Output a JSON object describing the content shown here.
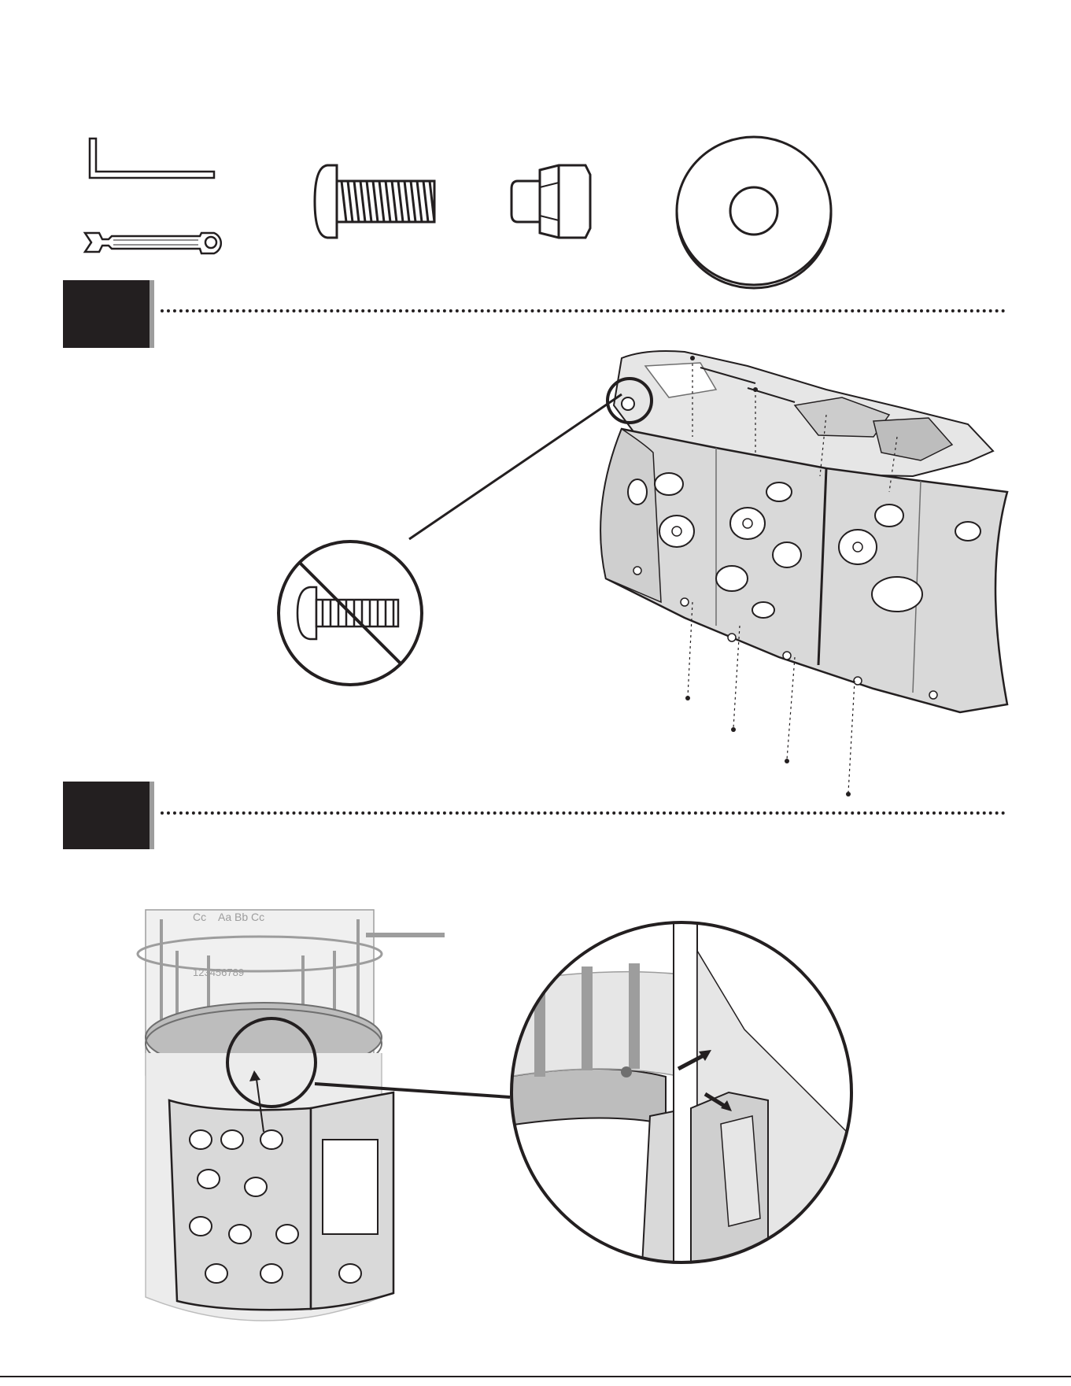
{
  "manual": {
    "hardware": [
      {
        "name": "allen-wrench-icon"
      },
      {
        "name": "open-end-wrench-icon"
      },
      {
        "name": "button-head-bolt-icon"
      },
      {
        "name": "cap-nut-icon"
      },
      {
        "name": "flat-washer-icon"
      }
    ],
    "steps": [
      {
        "number": ""
      },
      {
        "number": ""
      }
    ],
    "tower_labels": {
      "alphabet": "Aa  Bb  Cc",
      "alphabet_left": "Cc",
      "numbers": "123456789"
    },
    "warning": {
      "icon": "no-bolt-icon"
    },
    "colors": {
      "ink": "#231f20",
      "shadow": "#9d9d9d",
      "panel_fill": "#d9d9d9",
      "panel_line": "#6f6f6f"
    }
  }
}
